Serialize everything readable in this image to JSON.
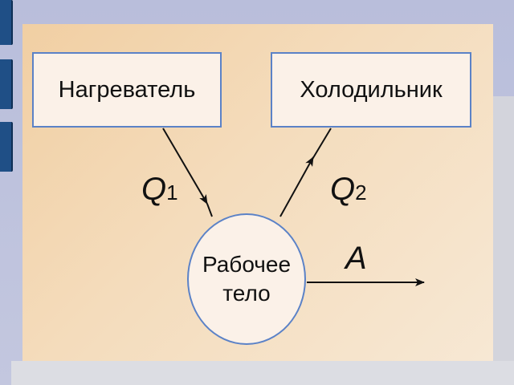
{
  "diagram": {
    "heater_label": "Нагреватель",
    "cooler_label": "Холодильник",
    "body_line1": "Рабочее",
    "body_line2": "тело",
    "q1_symbol": "Q",
    "q1_subscript": "1",
    "q2_symbol": "Q",
    "q2_subscript": "2",
    "work_symbol": "A"
  },
  "colors": {
    "box_border": "#5b82c7",
    "box_fill": "#fbf1e8",
    "arrow": "#111111"
  }
}
